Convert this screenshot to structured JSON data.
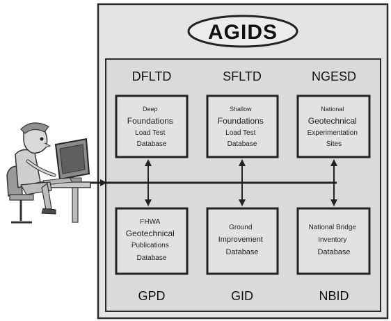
{
  "title": "AGIDS",
  "top_row": [
    {
      "acronym": "DFLTD",
      "lines": [
        "Deep",
        "Foundations",
        "Load Test",
        "Database"
      ]
    },
    {
      "acronym": "SFLTD",
      "lines": [
        "Shallow",
        "Foundations",
        "Load Test",
        "Database"
      ]
    },
    {
      "acronym": "NGESD",
      "lines": [
        "National",
        "Geotechnical",
        "Experimentation",
        "Sites"
      ]
    }
  ],
  "bottom_row": [
    {
      "acronym": "GPD",
      "lines": [
        "FHWA",
        "Geotechnical",
        "Publications",
        "Database"
      ]
    },
    {
      "acronym": "GID",
      "lines": [
        "Ground",
        "Improvement",
        "Database"
      ]
    },
    {
      "acronym": "NBID",
      "lines": [
        "National Bridge",
        "Inventory",
        "Database"
      ]
    }
  ],
  "icons": {
    "user": "person-at-computer-icon"
  }
}
